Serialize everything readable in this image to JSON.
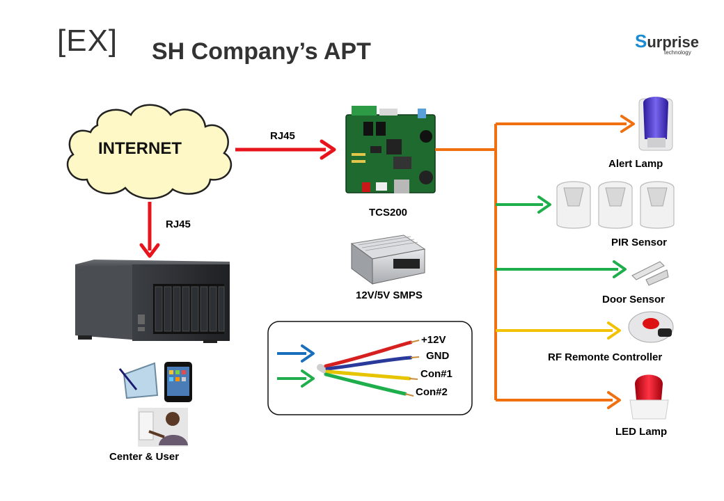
{
  "header": {
    "tag": "[EX]",
    "title": "SH Company’s APT",
    "logo_text": "urprise",
    "logo_initial": "S",
    "logo_sub": "technology"
  },
  "nodes": {
    "internet": "INTERNET",
    "rj45_right": "RJ45",
    "rj45_down": "RJ45",
    "controller": "TCS200",
    "power": "12V/5V SMPS",
    "center_user": "Center & User",
    "alert_lamp": "Alert Lamp",
    "pir_sensor": "PIR Sensor",
    "door_sensor": "Door Sensor",
    "rf_remote": "RF Remonte Controller",
    "led_lamp": "LED Lamp"
  },
  "wiring": {
    "wire1": "+12V",
    "wire2": "GND",
    "wire3": "Con#1",
    "wire4": "Con#2"
  },
  "colors": {
    "red": "#e8141b",
    "orange": "#f07010",
    "green": "#1eae4b",
    "yellow": "#f2c200",
    "blue": "#1a6fbd",
    "cloud": "#fdf8c6"
  }
}
